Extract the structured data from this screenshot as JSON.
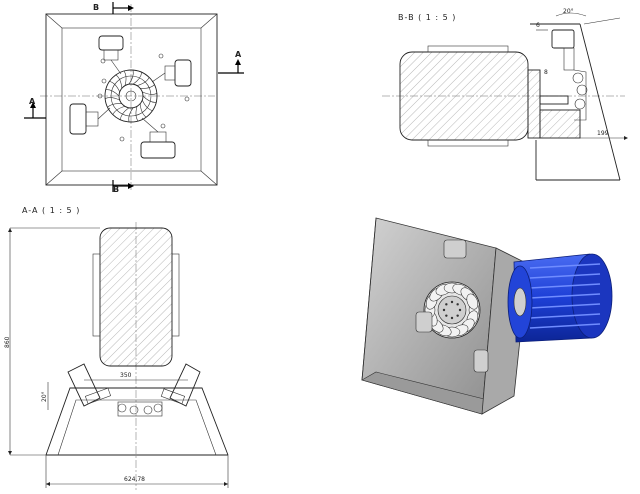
{
  "top_view": {
    "section_mark_top": "B",
    "section_mark_bottom": "B",
    "section_mark_left": "A",
    "section_mark_right": "A"
  },
  "section_bb": {
    "title": "B-B ( 1 : 5 )",
    "dims": {
      "angle": "20°",
      "small_a": "6",
      "small_b": "8",
      "length": "199"
    }
  },
  "section_aa": {
    "title": "A-A ( 1 : 5 )",
    "dims": {
      "height": "860",
      "gap": "350",
      "angle": "20°",
      "width": "624,78"
    }
  },
  "colors": {
    "line": "#222222",
    "hatch": "#777777",
    "housing_fill": "#b9b9b9",
    "housing_dark": "#7d7d7d",
    "motor_blue": "#1d3fd6",
    "motor_dark": "#0c2596"
  }
}
